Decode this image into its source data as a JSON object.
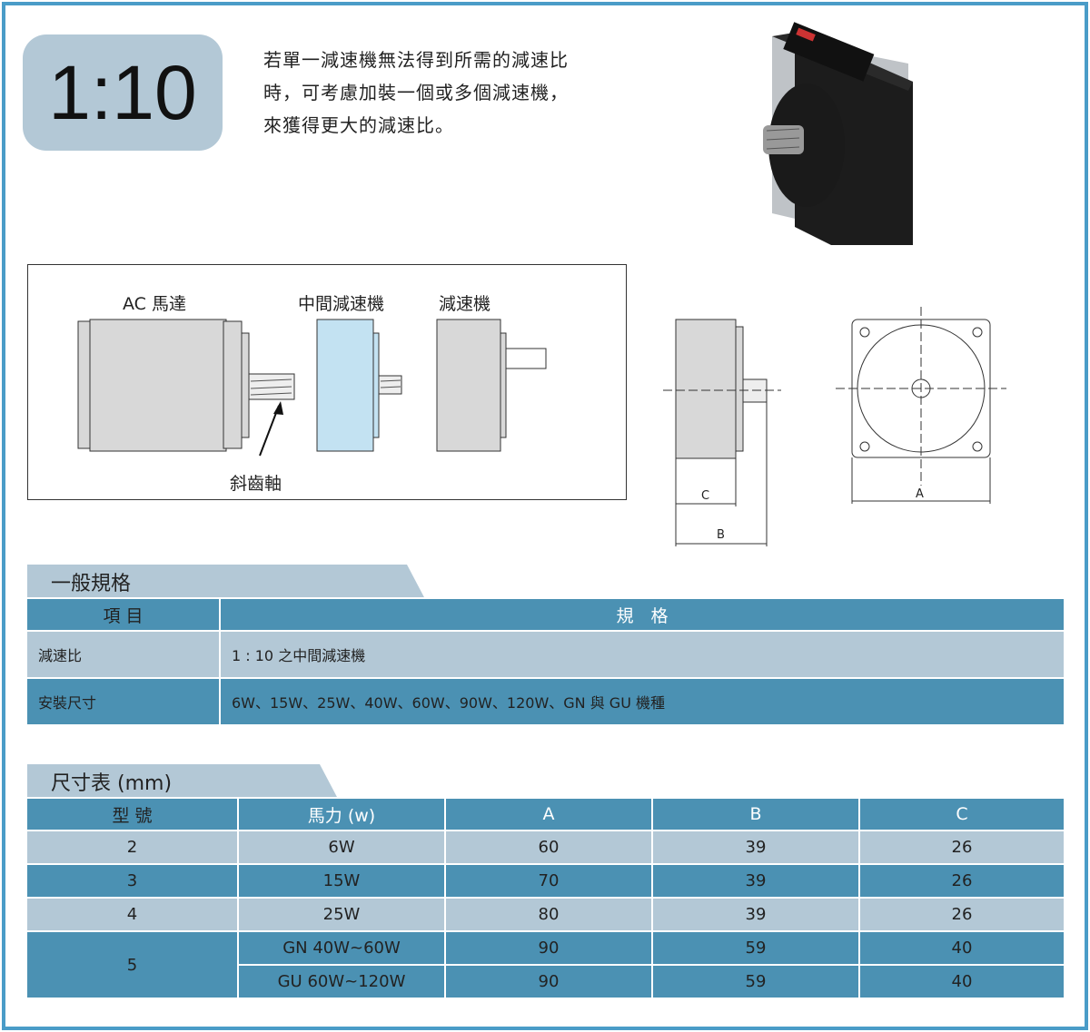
{
  "ratio": "1:10",
  "intro": [
    "若單一減速機無法得到所需的減速比",
    "時，可考慮加裝一個或多個減速機，",
    "來獲得更大的減速比。"
  ],
  "diagram": {
    "motor": "AC 馬達",
    "intermediate": "中間減速機",
    "reducer": "減速機",
    "shaft": "斜齒軸"
  },
  "dims": {
    "a": "A",
    "b": "B",
    "c": "C"
  },
  "general": {
    "title": "一般規格",
    "headers": [
      "項 目",
      "規　格"
    ],
    "rows": [
      {
        "item": "減速比",
        "spec": "1 : 10 之中間減速機"
      },
      {
        "item": "安裝尺寸",
        "spec": "6W、15W、25W、40W、60W、90W、120W、GN 與 GU 機種"
      }
    ]
  },
  "size": {
    "title": "尺寸表 (mm)",
    "headers": [
      "型 號",
      "馬力 (w)",
      "A",
      "B",
      "C"
    ],
    "rows": [
      {
        "model": "2",
        "power": "6W",
        "a": "60",
        "b": "39",
        "c": "26"
      },
      {
        "model": "3",
        "power": "15W",
        "a": "70",
        "b": "39",
        "c": "26"
      },
      {
        "model": "4",
        "power": "25W",
        "a": "80",
        "b": "39",
        "c": "26"
      },
      {
        "model": "5",
        "power": "GN 40W~60W",
        "a": "90",
        "b": "59",
        "c": "40"
      },
      {
        "model": "5",
        "power": "GU 60W~120W",
        "a": "90",
        "b": "59",
        "c": "40"
      }
    ]
  }
}
